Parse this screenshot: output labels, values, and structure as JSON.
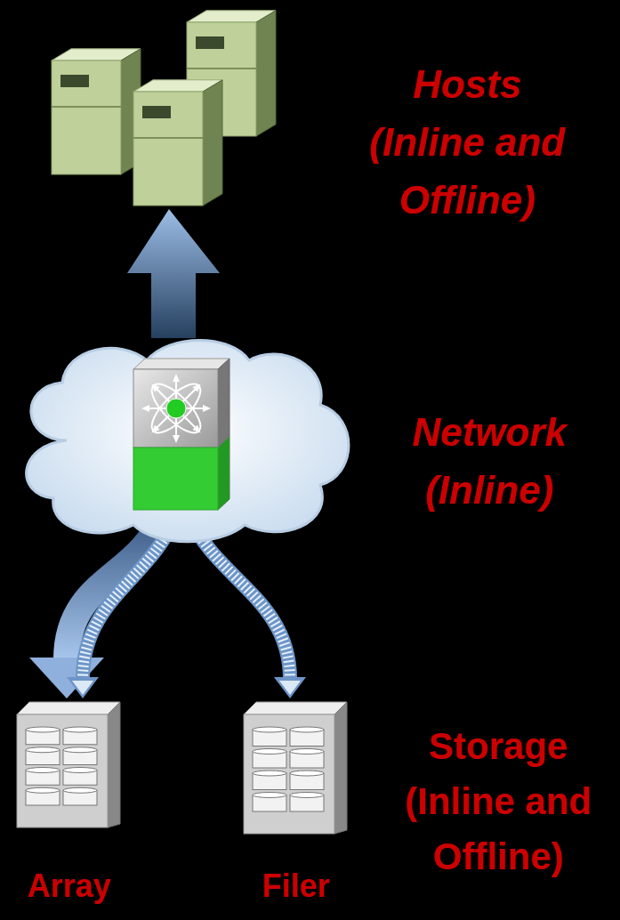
{
  "diagram": {
    "nodes": [
      {
        "text": [
          "Hosts",
          "(Inline and Offline)"
        ]
      },
      {
        "text": [
          "Network",
          "(Inline)"
        ]
      },
      {
        "text": [
          "Array"
        ]
      },
      {
        "text": [
          "Filer"
        ]
      }
    ],
    "edges": [
      {
        "from": 1,
        "to": 0,
        "arrow": "to"
      },
      {
        "from": 1,
        "to": 2,
        "arrow": "to"
      },
      {
        "from": 1,
        "to": 2,
        "arrow": "to"
      },
      {
        "from": 1,
        "to": 3,
        "arrow": "to"
      }
    ],
    "labels": [
      "Storage",
      "(Inline and Offline)"
    ]
  }
}
